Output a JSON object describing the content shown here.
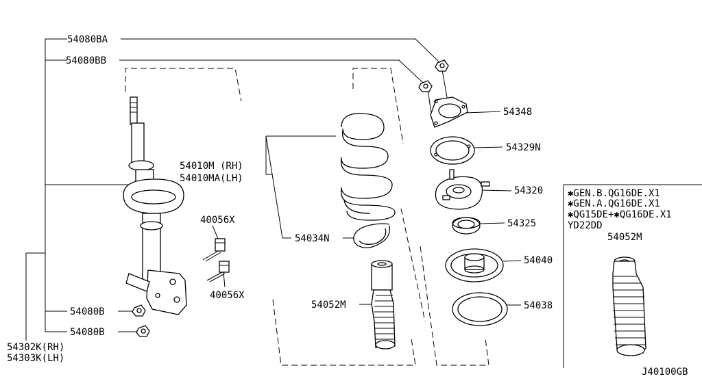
{
  "labels": {
    "p54080BA": "54080BA",
    "p54080BB": "54080BB",
    "p54348": "54348",
    "p54329N": "54329N",
    "p54010M": "54010M (RH)",
    "p54010MA": "54010MA(LH)",
    "p54320": "54320",
    "p40056X_top": "40056X",
    "p54325": "54325",
    "p54034N": "54034N",
    "p54040": "54040",
    "p40056X_bottom": "40056X",
    "p54052M": "54052M",
    "p54038": "54038",
    "p54080B_top": "54080B",
    "p54080B_bottom": "54080B",
    "p54302K": "54302K(RH)",
    "p54303K": "54303K(LH)"
  },
  "inset": {
    "lines": [
      "✱GEN.B.QG16DE.X1",
      "✱GEN.A.QG16DE.X1",
      "✱QG15DE+✱QG16DE.X1",
      "YD22DD"
    ],
    "part_label": "54052M"
  },
  "diagram_code": "J40100GB"
}
